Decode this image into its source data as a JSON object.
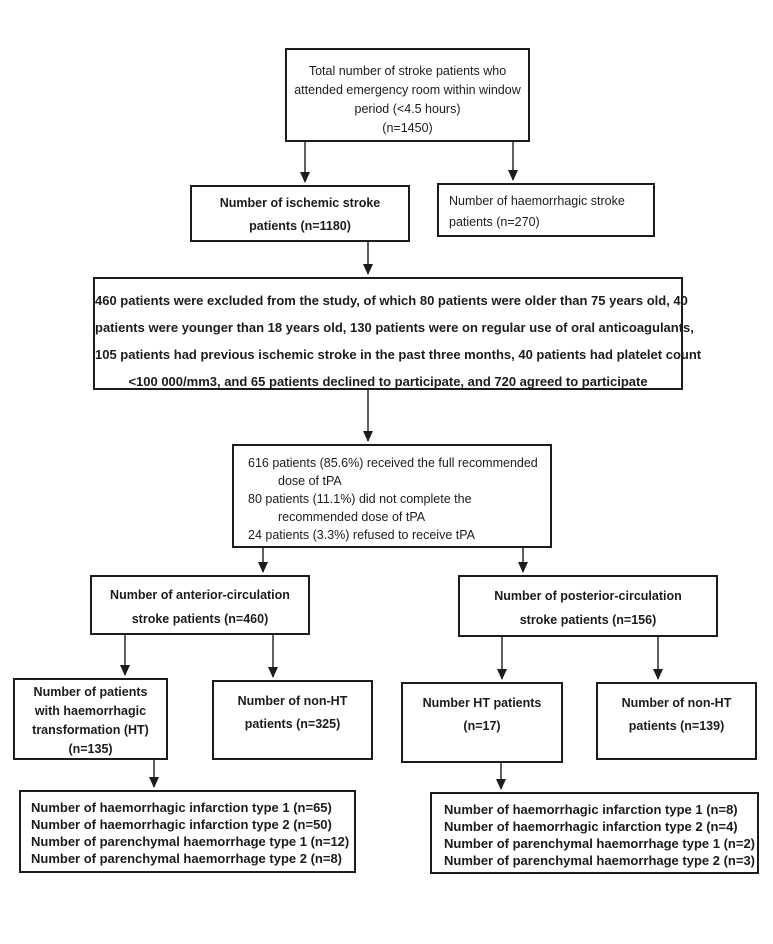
{
  "page": {
    "background": "#ffffff",
    "text_color": "#1c1c1c",
    "line_color": "#1c1c1c"
  },
  "boxes": {
    "total": {
      "lines": [
        "Total number of stroke patients who",
        "attended emergency room within window",
        "period (<4.5 hours)",
        "(n=1450)"
      ]
    },
    "ischemic": {
      "lines": [
        "Number of ischemic stroke",
        "patients (n=1180)"
      ]
    },
    "haemorrhagic": {
      "lines": [
        "Number of haemorrhagic stroke",
        "patients (n=270)"
      ]
    },
    "excluded": {
      "lines": [
        "460 patients were excluded from the study, of which 80 patients were older than 75 years old, 40",
        "patients were younger than 18 years old, 130 patients were on regular use of oral anticoagulants,",
        "105 patients had previous ischemic stroke in the past three months, 40 patients had platelet count",
        "<100 000/mm3, and 65 patients declined to participate, and 720 agreed to participate"
      ]
    },
    "tpa": {
      "lines": [
        "616 patients (85.6%) received the full recommended",
        "dose of tPA",
        "80 patients (11.1%) did not complete the",
        "recommended dose of tPA",
        "24 patients (3.3%) refused to receive tPA"
      ]
    },
    "anterior": {
      "lines": [
        "Number of anterior-circulation",
        "stroke patients (n=460)"
      ]
    },
    "posterior": {
      "lines": [
        "Number of posterior-circulation",
        "stroke patients (n=156)"
      ]
    },
    "ht_anterior": {
      "lines": [
        "Number of patients",
        "with haemorrhagic",
        "transformation (HT)",
        "(n=135)"
      ]
    },
    "non_ht_anterior": {
      "lines": [
        "Number of non-HT",
        "patients (n=325)"
      ]
    },
    "ht_posterior": {
      "lines": [
        "Number HT patients",
        "(n=17)"
      ]
    },
    "non_ht_posterior": {
      "lines": [
        "Number of non-HT",
        "patients (n=139)"
      ]
    },
    "detail_anterior": {
      "lines": [
        "Number of haemorrhagic infarction type 1 (n=65)",
        "Number of haemorrhagic infarction type 2 (n=50)",
        "Number of parenchymal haemorrhage type 1 (n=12)",
        "Number of parenchymal haemorrhage type 2 (n=8)"
      ]
    },
    "detail_posterior": {
      "lines": [
        "Number of haemorrhagic infarction type 1 (n=8)",
        "Number of haemorrhagic infarction type 2 (n=4)",
        "Number of parenchymal haemorrhage type 1 (n=2)",
        "Number of parenchymal haemorrhage type 2 (n=3)"
      ]
    }
  }
}
